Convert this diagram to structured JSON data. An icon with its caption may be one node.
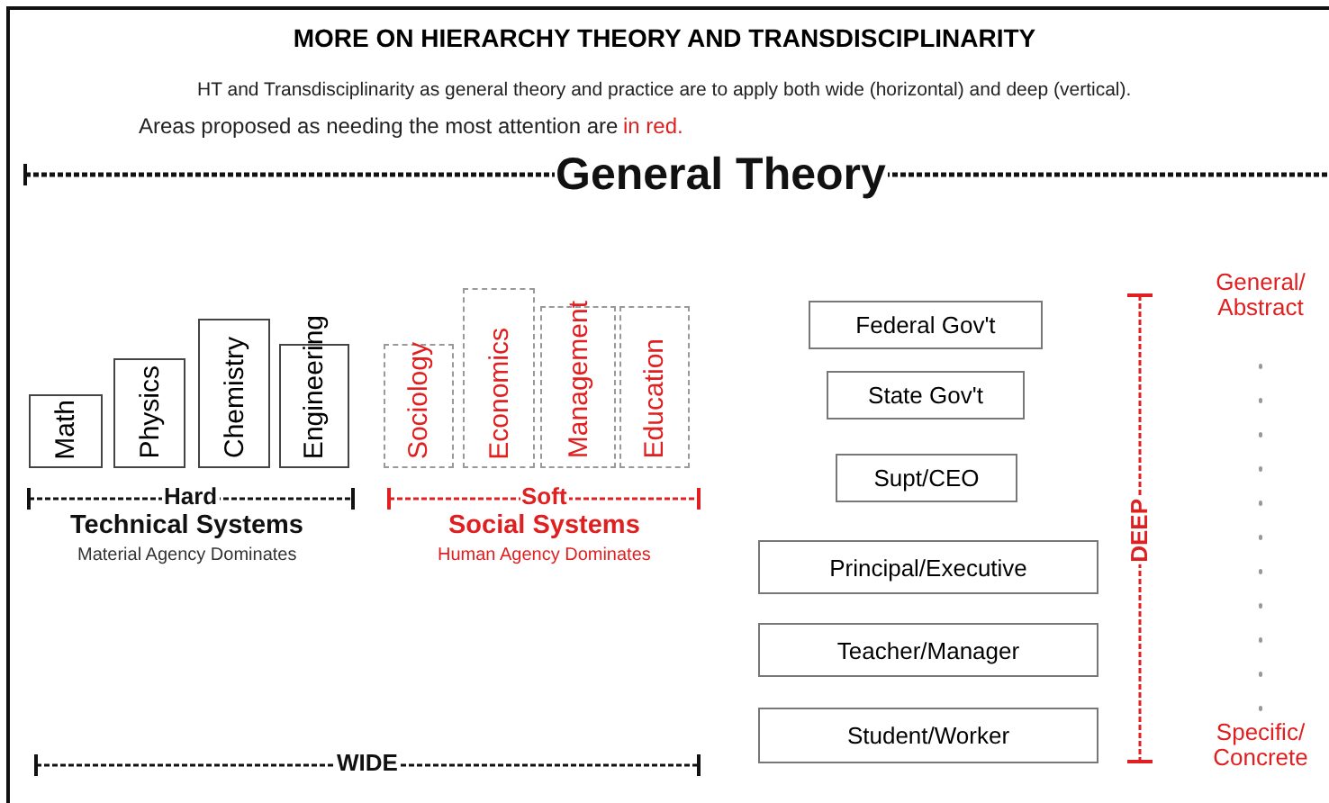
{
  "diagram": {
    "title": "MORE ON HIERARCHY THEORY AND TRANSDISCIPLINARITY",
    "nodes": [
      {
        "text": [
          "Math"
        ]
      },
      {
        "text": [
          "Physics"
        ]
      },
      {
        "text": [
          "Chemistry"
        ]
      },
      {
        "text": [
          "Engineering"
        ]
      },
      {
        "text": [
          "Sociology"
        ]
      },
      {
        "text": [
          "Economics"
        ]
      },
      {
        "text": [
          "Management"
        ]
      },
      {
        "text": [
          "Education"
        ]
      },
      {
        "text": [
          "Federal Gov't"
        ]
      },
      {
        "text": [
          "State Gov't"
        ]
      },
      {
        "text": [
          "Supt/CEO"
        ]
      },
      {
        "text": [
          "Principal/Executive"
        ]
      },
      {
        "text": [
          "Teacher/Manager"
        ]
      },
      {
        "text": [
          "Student/Worker"
        ]
      }
    ],
    "labels": [
      "HT and Transdisciplinarity as general theory and practice are to apply both wide (horizontal) and deep (vertical).",
      "Areas proposed as needing the most attention are",
      "in red.",
      "General Theory",
      "General/ Abstract",
      "DEEP",
      "Specific/ Concrete",
      "Hard",
      "Technical Systems",
      "Material Agency Dominates",
      "Soft",
      "Social Systems",
      "Human Agency Dominates",
      "WIDE"
    ]
  }
}
